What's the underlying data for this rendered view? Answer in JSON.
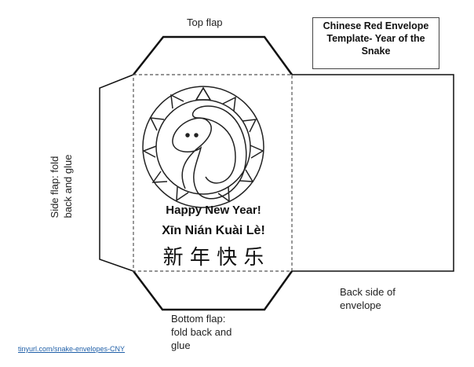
{
  "title": "Chinese Red Envelope Template- Year of the Snake",
  "labels": {
    "top_flap": "Top flap",
    "side_flap": [
      "Side flap: fold",
      "back and glue"
    ],
    "bottom_flap": [
      "Bottom flap:",
      "fold back and",
      "glue"
    ],
    "back_side": [
      "Back side of",
      "envelope"
    ]
  },
  "greetings": {
    "english": "Happy New Year!",
    "pinyin": "Xīn Nián Kuài Lè!",
    "chinese": "新 年 快 乐"
  },
  "link": "tinyurl.com/snake-envelopes-CNY"
}
